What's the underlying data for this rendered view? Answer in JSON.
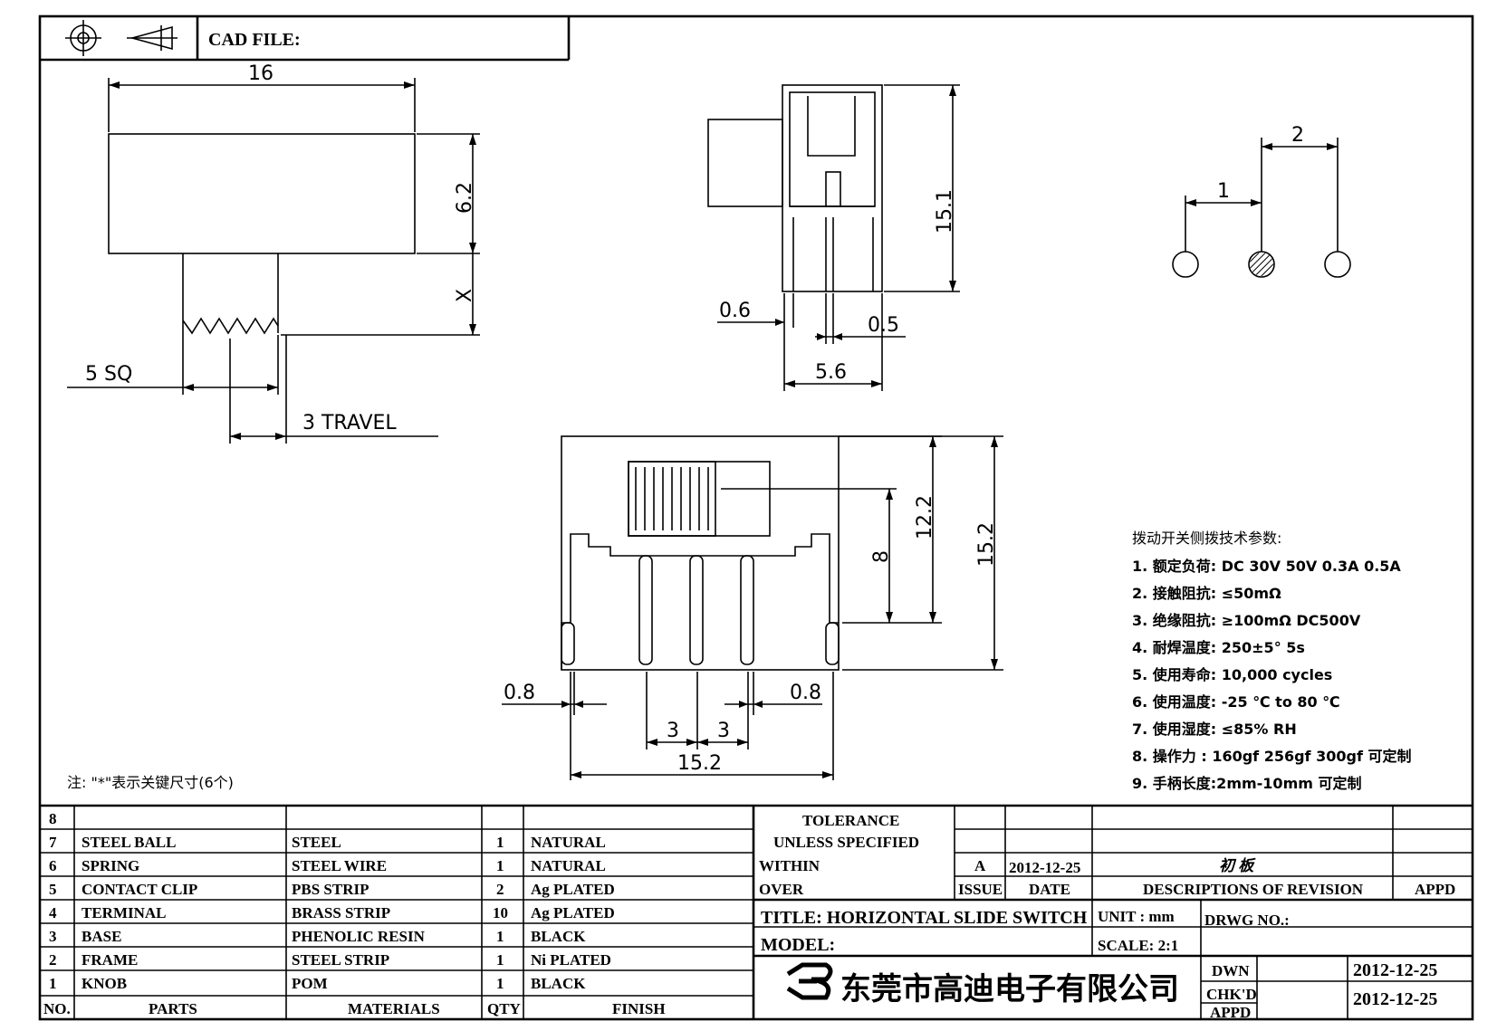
{
  "header": {
    "cad_file_label": "CAD FILE:"
  },
  "dimensions": {
    "top_view": {
      "width": "16",
      "height": "6.2",
      "x": "X",
      "sq": "5 SQ",
      "travel": "3 TRAVEL"
    },
    "side_view": {
      "height": "15.1",
      "pin_width": "0.6",
      "pin_gap": "0.5",
      "base_width": "5.6"
    },
    "pin_layout": {
      "pitch_2": "2",
      "pitch_1": "1"
    },
    "front_view": {
      "h12": "12.2",
      "h15": "15.2",
      "h8": "8",
      "pin_l": "0.8",
      "pin_r": "0.8",
      "pitch_a": "3",
      "pitch_b": "3",
      "width": "15.2"
    }
  },
  "note": "注: \"*\"表示关键尺寸(6个)",
  "specs": {
    "title": "拨动开关侧拨技术参数:",
    "items": [
      "1.  额定负荷: DC 30V    50V    0.3A    0.5A",
      "2.  接触阻抗:  ≤50mΩ",
      "3.  绝缘阻抗:  ≥100mΩ   DC500V",
      "4.  耐焊温度: 250±5°  5s",
      "5.  使用寿命: 10,000 cycles",
      "6.  使用温度: -25  ℃  to 80  ℃",
      "7.  使用湿度:  ≤85% RH",
      "8.  操作力 : 160gf    256gf    300gf  可定制",
      "9.  手柄长度:2mm-10mm   可定制"
    ]
  },
  "bom": {
    "rows": [
      {
        "no": "8",
        "part": "",
        "material": "",
        "qty": "",
        "finish": ""
      },
      {
        "no": "7",
        "part": "STEEL BALL",
        "material": "STEEL",
        "qty": "1",
        "finish": "NATURAL"
      },
      {
        "no": "6",
        "part": "SPRING",
        "material": "STEEL WIRE",
        "qty": "1",
        "finish": "NATURAL"
      },
      {
        "no": "5",
        "part": "CONTACT CLIP",
        "material": "PBS STRIP",
        "qty": "2",
        "finish": "Ag PLATED"
      },
      {
        "no": "4",
        "part": "TERMINAL",
        "material": "BRASS STRIP",
        "qty": "10",
        "finish": "Ag PLATED"
      },
      {
        "no": "3",
        "part": "BASE",
        "material": "PHENOLIC RESIN",
        "qty": "1",
        "finish": "BLACK"
      },
      {
        "no": "2",
        "part": "FRAME",
        "material": "STEEL STRIP",
        "qty": "1",
        "finish": "Ni PLATED"
      },
      {
        "no": "1",
        "part": "KNOB",
        "material": "POM",
        "qty": "1",
        "finish": "BLACK"
      }
    ],
    "headers": {
      "no": "NO.",
      "part": "PARTS",
      "material": "MATERIALS",
      "qty": "QTY",
      "finish": "FINISH"
    }
  },
  "title_block": {
    "tolerance": "TOLERANCE",
    "unless": "UNLESS  SPECIFIED",
    "within": "WITHIN",
    "over": "OVER",
    "issue_value": "A",
    "issue_date": "2012-12-25",
    "revision_desc": "初 板",
    "issue_label": "ISSUE",
    "date_label": "DATE",
    "descriptions_label": "DESCRIPTIONS OF REVISION",
    "appd_label": "APPD",
    "title": "TITLE: HORIZONTAL SLIDE SWITCH",
    "unit": "UNIT : mm",
    "drwg_no": "DRWG NO.:",
    "model": "MODEL:",
    "scale": "SCALE: 2:1",
    "dwn_label": "DWN",
    "dwn_date": "2012-12-25",
    "chkd_label": "CHK'D",
    "chkd_date": "2012-12-25",
    "appd2_label": "APPD",
    "company": "东莞市高迪电子有限公司"
  }
}
